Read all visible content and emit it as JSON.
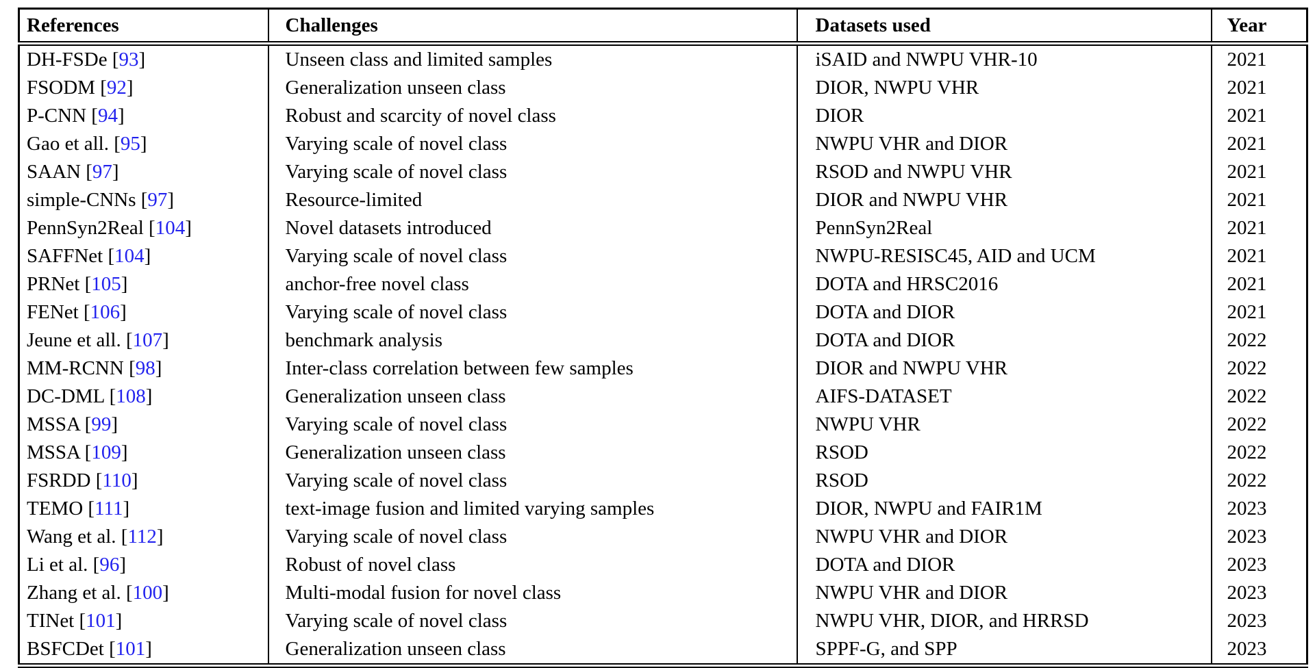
{
  "page": {
    "background": "#ffffff"
  },
  "colors": {
    "citation": "#2222ee",
    "text": "#000000",
    "border": "#000000"
  },
  "table": {
    "columns": [
      "References",
      "Challenges",
      "Datasets used",
      "Year"
    ],
    "cite_brackets": [
      "[",
      "]"
    ],
    "rows": [
      {
        "ref": "DH-FSDe",
        "cite": "93",
        "challenge": "Unseen class and limited samples",
        "datasets": "iSAID and NWPU VHR-10",
        "year": "2021"
      },
      {
        "ref": "FSODM",
        "cite": "92",
        "challenge": "Generalization unseen class",
        "datasets": "DIOR, NWPU VHR",
        "year": "2021"
      },
      {
        "ref": "P-CNN",
        "cite": "94",
        "challenge": "Robust and scarcity of novel class",
        "datasets": "DIOR",
        "year": "2021"
      },
      {
        "ref": "Gao et all.",
        "cite": "95",
        "challenge": "Varying scale of novel class",
        "datasets": "NWPU VHR and DIOR",
        "year": "2021"
      },
      {
        "ref": "SAAN",
        "cite": "97",
        "challenge": "Varying scale of novel class",
        "datasets": "RSOD and NWPU VHR",
        "year": "2021"
      },
      {
        "ref": "simple-CNNs",
        "cite": "97",
        "challenge": "Resource-limited",
        "datasets": "DIOR and NWPU VHR",
        "year": "2021"
      },
      {
        "ref": "PennSyn2Real",
        "cite": "104",
        "challenge": "Novel datasets introduced",
        "datasets": "PennSyn2Real",
        "year": "2021"
      },
      {
        "ref": "SAFFNet",
        "cite": "104",
        "challenge": "Varying scale of novel class",
        "datasets": "NWPU-RESISC45, AID and UCM",
        "year": "2021"
      },
      {
        "ref": "PRNet",
        "cite": "105",
        "challenge": "anchor-free novel class",
        "datasets": "DOTA and HRSC2016",
        "year": "2021"
      },
      {
        "ref": "FENet",
        "cite": "106",
        "challenge": "Varying scale of novel class",
        "datasets": "DOTA and DIOR",
        "year": "2021"
      },
      {
        "ref": "Jeune et all.",
        "cite": "107",
        "challenge": "benchmark analysis",
        "datasets": "DOTA and DIOR",
        "year": "2022"
      },
      {
        "ref": "MM-RCNN",
        "cite": "98",
        "challenge": "Inter-class correlation between few samples",
        "datasets": "DIOR and NWPU VHR",
        "year": "2022"
      },
      {
        "ref": "DC-DML",
        "cite": "108",
        "challenge": "Generalization unseen class",
        "datasets": "AIFS-DATASET",
        "year": "2022"
      },
      {
        "ref": "MSSA",
        "cite": "99",
        "challenge": "Varying scale of novel class",
        "datasets": "NWPU VHR",
        "year": "2022"
      },
      {
        "ref": "MSSA",
        "cite": "109",
        "challenge": "Generalization unseen class",
        "datasets": "RSOD",
        "year": "2022"
      },
      {
        "ref": "FSRDD",
        "cite": "110",
        "challenge": "Varying scale of novel class",
        "datasets": "RSOD",
        "year": "2022"
      },
      {
        "ref": "TEMO",
        "cite": "111",
        "challenge": "text-image fusion and limited varying samples",
        "datasets": "DIOR, NWPU and FAIR1M",
        "year": "2023"
      },
      {
        "ref": "Wang et al.",
        "cite": "112",
        "challenge": "Varying scale of novel class",
        "datasets": "NWPU VHR and DIOR",
        "year": "2023"
      },
      {
        "ref": "Li et al.",
        "cite": "96",
        "challenge": "Robust of novel class",
        "datasets": "DOTA and DIOR",
        "year": "2023"
      },
      {
        "ref": "Zhang et al.",
        "cite": "100",
        "challenge": "Multi-modal fusion for novel class",
        "datasets": "NWPU VHR and DIOR",
        "year": "2023"
      },
      {
        "ref": "TINet",
        "cite": "101",
        "challenge": "Varying scale of novel class",
        "datasets": "NWPU VHR, DIOR, and HRRSD",
        "year": "2023"
      },
      {
        "ref": "BSFCDet",
        "cite": "101",
        "challenge": "Generalization unseen class",
        "datasets": "SPPF-G, and SPP",
        "year": "2023"
      }
    ]
  }
}
